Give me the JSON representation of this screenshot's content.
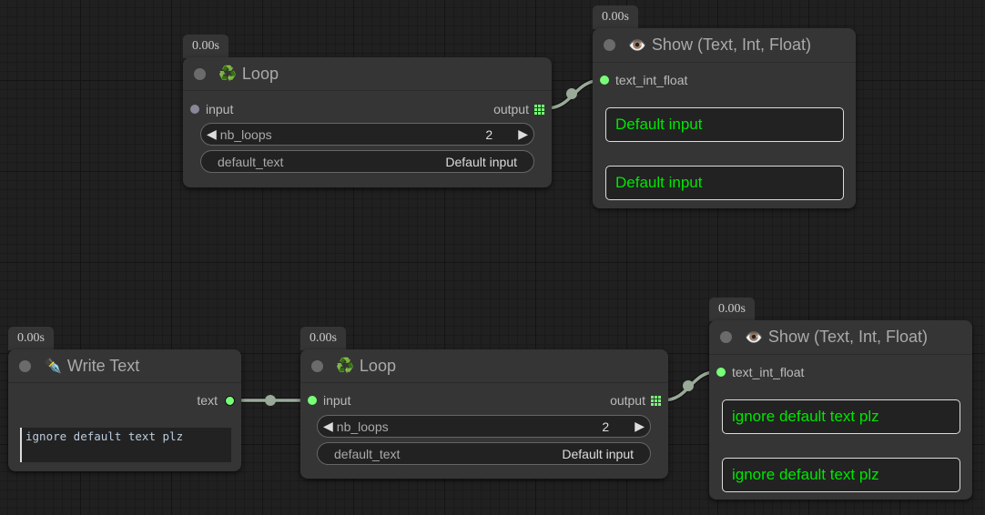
{
  "badge_time": "0.00s",
  "loop_top": {
    "title": "Loop",
    "icon": "recycle-icon",
    "input": "input",
    "output": "output",
    "nb_loops_label": "nb_loops",
    "nb_loops_value": "2",
    "default_text_label": "default_text",
    "default_text_value": "Default input"
  },
  "show_top": {
    "title": "Show (Text, Int, Float)",
    "icon": "eye-icon",
    "input": "text_int_float",
    "outputs": [
      "Default input",
      "Default input"
    ]
  },
  "write_text": {
    "title": "Write Text",
    "icon": "fountain-pen-icon",
    "output": "text",
    "value": "ignore default text plz"
  },
  "loop_bottom": {
    "title": "Loop",
    "icon": "recycle-icon",
    "input": "input",
    "output": "output",
    "nb_loops_label": "nb_loops",
    "nb_loops_value": "2",
    "default_text_label": "default_text",
    "default_text_value": "Default input"
  },
  "show_bottom": {
    "title": "Show (Text, Int, Float)",
    "icon": "eye-icon",
    "input": "text_int_float",
    "outputs": [
      "ignore default text plz",
      "ignore default text plz"
    ]
  },
  "colors": {
    "slot_connected": "#7f7",
    "link": "#9aaa99",
    "output_text": "#00e600"
  }
}
